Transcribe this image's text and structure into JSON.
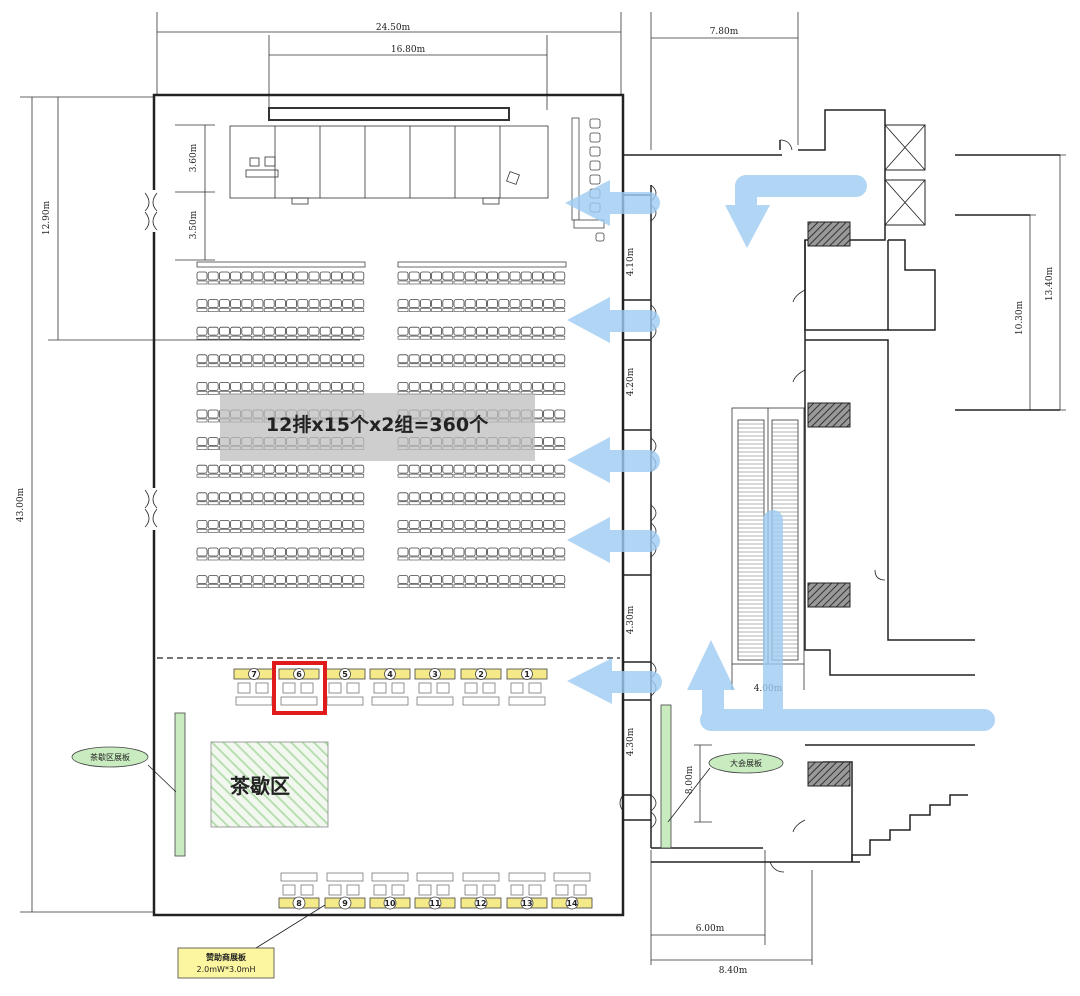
{
  "dimensions": {
    "top_total": "24.50m",
    "top_stage": "16.80m",
    "top_right": "7.80m",
    "left_upper": "12.90m",
    "left_total": "43.00m",
    "stage_depth": "3.60m",
    "stage_gap": "3.50m",
    "door_1": "4.10m",
    "door_2": "4.20m",
    "door_3": "4.30m",
    "door_4": "4.30m",
    "escalator_width": "4.00m",
    "right_inner": "10.30m",
    "right_outer": "13.40m",
    "board_height": "8.00m",
    "bottom_inner": "6.00m",
    "bottom_outer": "8.40m"
  },
  "seating": {
    "label": "12排x15个x2组=360个",
    "rows": 12,
    "seats_per_row": 15,
    "groups": 2
  },
  "tea_area": {
    "label": "茶歇区",
    "board_callout": "茶歇区展板"
  },
  "conference_board": {
    "callout": "大会展板"
  },
  "sponsor_board": {
    "title": "赞助商展板",
    "size": "2.0mW*3.0mH"
  },
  "booths": {
    "top_row": [
      "7",
      "6",
      "5",
      "4",
      "3",
      "2",
      "1"
    ],
    "bottom_row": [
      "8",
      "9",
      "10",
      "11",
      "12",
      "13",
      "14"
    ],
    "highlighted": "6"
  },
  "colors": {
    "arrow": "#9ecbf2",
    "booth": "#f4ea8a",
    "highlight": "#e01b1b",
    "tea_hatch": "#b8dfb0",
    "board_green": "#c8ebc0",
    "seat_label_bg": "#bdbdbd"
  }
}
